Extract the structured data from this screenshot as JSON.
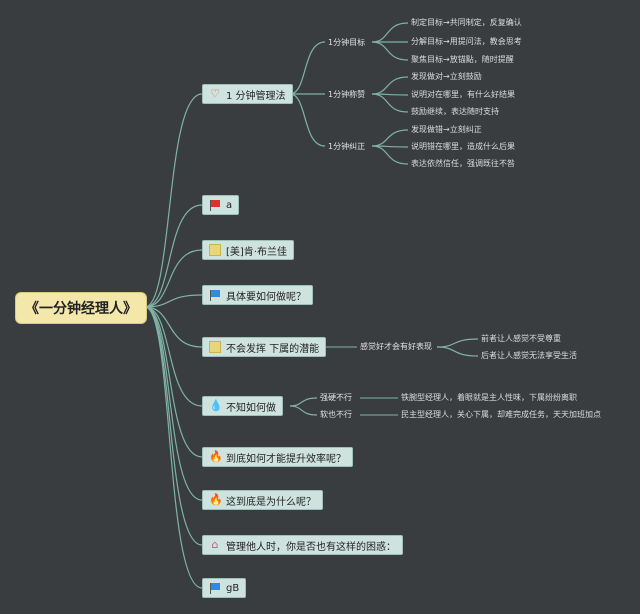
{
  "root": {
    "label": "《一分钟经理人》"
  },
  "branches": [
    {
      "label": "1 分钟管理法",
      "icon": "heart-icon",
      "children": [
        {
          "label": "1分钟目标",
          "leaves": [
            "制定目标→共同制定，反复确认",
            "分解目标→用提问法，教会思考",
            "聚焦目标→放锚點，随时提醒"
          ]
        },
        {
          "label": "1分钟称赞",
          "leaves": [
            "发现做对→立刻鼓励",
            "说明对在哪里，有什么好结果",
            "鼓励继续，表达随时支持"
          ]
        },
        {
          "label": "1分钟纠正",
          "leaves": [
            "发现做错→立刻纠正",
            "说明错在哪里，造成什么后果",
            "表达依然信任，强调既往不咎"
          ]
        }
      ]
    },
    {
      "label": "a",
      "icon": "red-flag-icon"
    },
    {
      "label": "[美]肯·布兰佳",
      "icon": "note-icon"
    },
    {
      "label": "具体要如何做呢？",
      "icon": "blue-flag-icon"
    },
    {
      "label": "不会发挥 下属的潜能",
      "icon": "note-icon",
      "children": [
        {
          "label": "感觉好才会有好表现",
          "leaves": [
            "前者让人感觉不受尊重",
            "后者让人感觉无法享受生活"
          ]
        }
      ]
    },
    {
      "label": "不知如何做",
      "icon": "drop-icon",
      "children": [
        {
          "label": "强硬不行",
          "leaves": [
            "铁腕型经理人，着眼就是主人性味，下属纷纷离职"
          ]
        },
        {
          "label": "软也不行",
          "leaves": [
            "民主型经理人，关心下属，却难完成任务，天天加班加点"
          ]
        }
      ]
    },
    {
      "label": "到底如何才能提升效率呢？",
      "icon": "fire-icon"
    },
    {
      "label": "这到底是为什么呢？",
      "icon": "fire-icon"
    },
    {
      "label": "管理他人时，你是否也有这样的困惑：",
      "icon": "house-icon"
    },
    {
      "label": "gB",
      "icon": "blue-flag-icon"
    }
  ],
  "colors": {
    "background": "#3a3d40",
    "edge": "#7fb3a3",
    "branch_fill": "#cfe3de",
    "root_fill": "#f3e7a9"
  }
}
